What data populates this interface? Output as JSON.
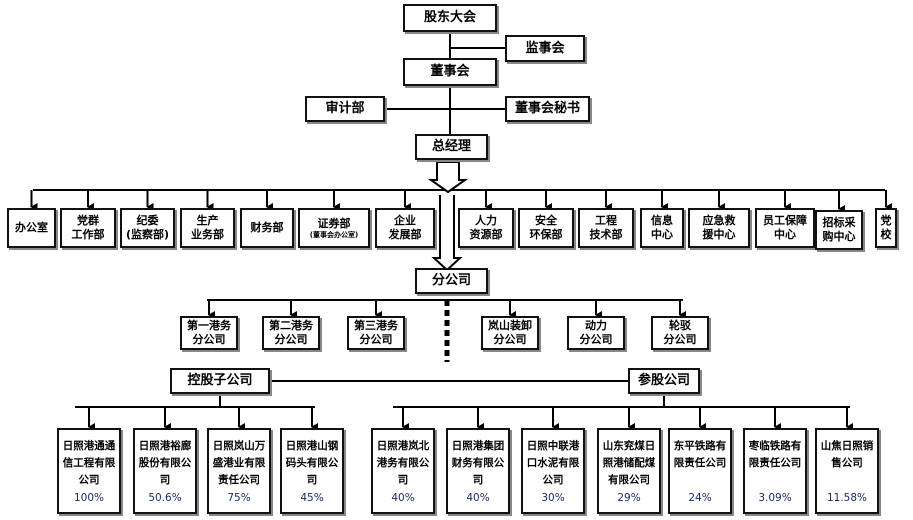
{
  "top": {
    "shareholders": "股东大会",
    "supervisors": "监事会",
    "board": "董事会",
    "audit": "审计部",
    "board_secretary": "董事会秘书",
    "gm": "总经理",
    "branches": "分公司",
    "holding": "控股子公司",
    "equity": "参股公司"
  },
  "departments": [
    {
      "l1": "办公室",
      "l2": ""
    },
    {
      "l1": "党群",
      "l2": "工作部"
    },
    {
      "l1": "纪委",
      "l2": "(监察部)"
    },
    {
      "l1": "生产",
      "l2": "业务部"
    },
    {
      "l1": "财务部",
      "l2": ""
    },
    {
      "l1": "证券部",
      "l2": "(董事会办公室)"
    },
    {
      "l1": "企业",
      "l2": "发展部"
    },
    {
      "l1": "人力",
      "l2": "资源部"
    },
    {
      "l1": "安全",
      "l2": "环保部"
    },
    {
      "l1": "工程",
      "l2": "技术部"
    },
    {
      "l1": "信息",
      "l2": "中心"
    },
    {
      "l1": "应急救",
      "l2": "援中心"
    },
    {
      "l1": "员工保障",
      "l2": "中心"
    },
    {
      "l1": "招标采",
      "l2": "购中心"
    },
    {
      "l1": "党",
      "l2": "校"
    }
  ],
  "branch_list": [
    {
      "l1": "第一港务",
      "l2": "分公司"
    },
    {
      "l1": "第二港务",
      "l2": "分公司"
    },
    {
      "l1": "第三港务",
      "l2": "分公司"
    },
    {
      "l1": "岚山装卸",
      "l2": "分公司"
    },
    {
      "l1": "动力",
      "l2": "分公司"
    },
    {
      "l1": "轮驳",
      "l2": "分公司"
    }
  ],
  "holding_companies": [
    {
      "name": "日照港通通信工程有限公司",
      "pct": "100%"
    },
    {
      "name": "日照港裕廊股份有限公司",
      "pct": "50.6%"
    },
    {
      "name": "日照岚山万盛港业有限责任公司",
      "pct": "75%"
    },
    {
      "name": "日照港山钢码头有限公司",
      "pct": "45%"
    }
  ],
  "equity_companies": [
    {
      "name": "日照港岚北港务有限公司",
      "pct": "40%"
    },
    {
      "name": "日照港集团财务有限公司",
      "pct": "40%"
    },
    {
      "name": "日照中联港口水泥有限公司",
      "pct": "30%"
    },
    {
      "name": "山东兖煤日照港储配煤有限公司",
      "pct": "29%"
    },
    {
      "name": "东平铁路有限责任公司",
      "pct": "24%"
    },
    {
      "name": "枣临铁路有限责任公司",
      "pct": "3.09%"
    },
    {
      "name": "山焦日照销售公司",
      "pct": "11.58%"
    }
  ]
}
